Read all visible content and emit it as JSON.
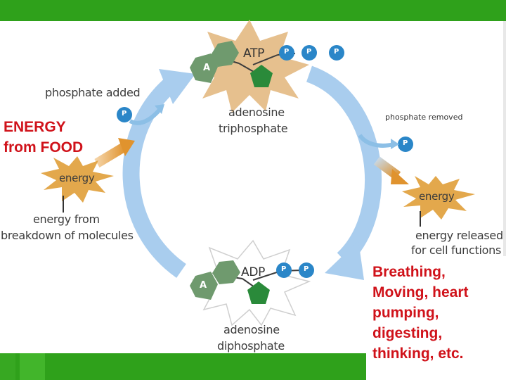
{
  "diagram": {
    "atp": {
      "label": "ATP",
      "name_line1": "adenosine",
      "name_line2": "triphosphate",
      "adenine": "A",
      "phosphate": "P"
    },
    "adp": {
      "label": "ADP",
      "name_line1": "adenosine",
      "name_line2": "diphosphate",
      "adenine": "A",
      "phosphate": "P"
    },
    "left": {
      "phosphate_added": "phosphate added",
      "energy_from_food": "ENERGY\nfrom FOOD",
      "energy_burst": "energy",
      "energy_from_line1": "energy from",
      "energy_from_line2": "breakdown of molecules",
      "phosphate": "P"
    },
    "right": {
      "phosphate_removed": "phosphate removed",
      "energy_burst": "energy",
      "released_line1": "energy released",
      "released_line2": "for cell functions",
      "phosphate": "P",
      "examples": "Breathing,\nMoving, heart\npumping,\ndigesting,\nthinking, etc."
    }
  },
  "colors": {
    "green_bar": "#2fa11b",
    "burst_tan": "#e6c08e",
    "energy_burst": "#e3a84c",
    "cycle_arrow": "#a9cdee",
    "phosphate_blue": "#2a86c8",
    "hexagon_green": "#6f9a6e",
    "pentagon_green": "#2a8a3a",
    "red_text": "#d0121a"
  }
}
